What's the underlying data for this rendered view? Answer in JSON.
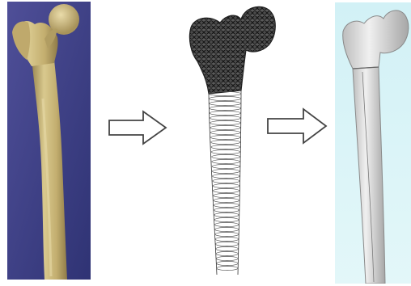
{
  "figure": {
    "panels": [
      {
        "id": "photo",
        "icon": "femur-bone-photo-icon",
        "background": "#3c3f85",
        "bone_color": "#c9b77b"
      },
      {
        "id": "mesh",
        "icon": "femur-mesh-model-icon",
        "background": "#ffffff",
        "stroke_color": "#222222"
      },
      {
        "id": "cad",
        "icon": "femur-cad-model-icon",
        "background": "#d6f3f7",
        "bone_color": "#d9d9d9"
      }
    ],
    "arrows": [
      {
        "id": "arrow-1",
        "icon": "right-arrow-icon",
        "fill": "#ffffff",
        "stroke": "#444444"
      },
      {
        "id": "arrow-2",
        "icon": "right-arrow-icon",
        "fill": "#ffffff",
        "stroke": "#444444"
      }
    ]
  }
}
